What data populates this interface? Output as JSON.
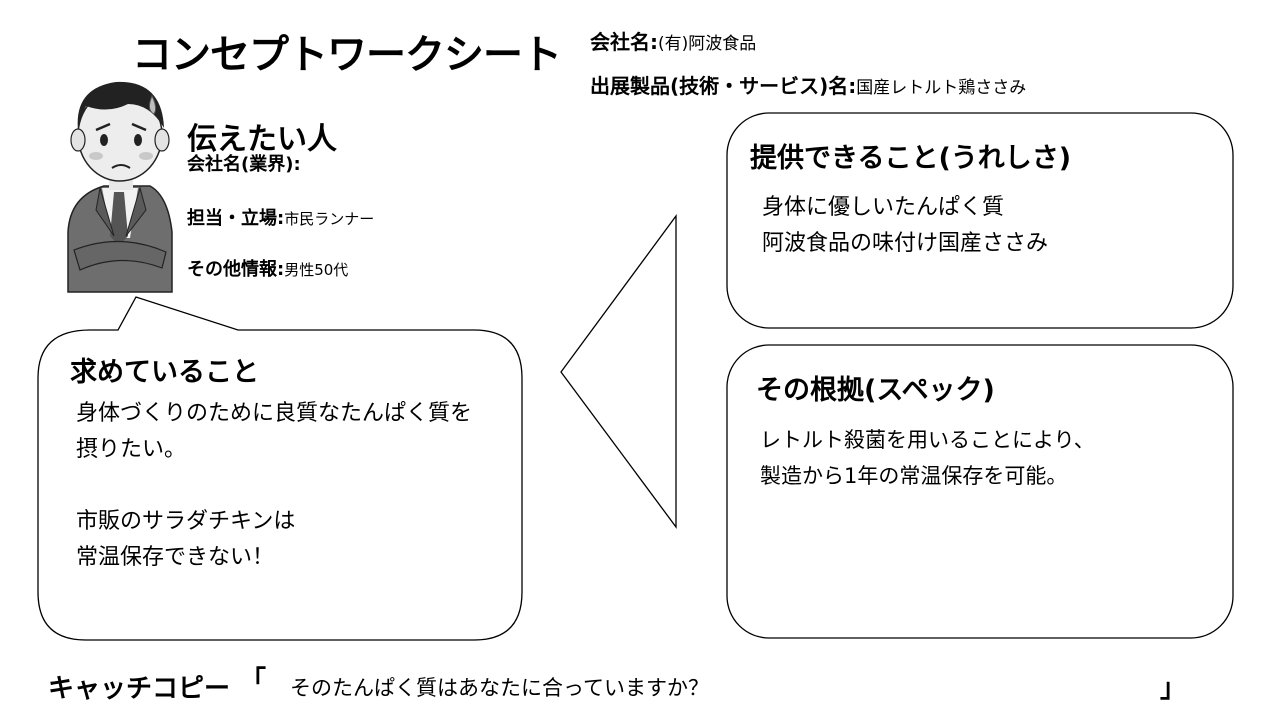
{
  "sheet": {
    "title": "コンセプトワークシート"
  },
  "company": {
    "label": "会社名:",
    "value": "(有)阿波食品"
  },
  "product": {
    "label": "出展製品(技術・サービス)名:",
    "value": "国産レトルト鶏ささみ"
  },
  "target_person": {
    "heading": "伝えたい人",
    "industry_label": "会社名(業界):",
    "industry_value": "",
    "role_label": "担当・立場:",
    "role_value": "市民ランナー",
    "other_label": "その他情報:",
    "other_value": "男性50代"
  },
  "needs": {
    "title": "求めていること",
    "body": "身体づくりのために良質なたんぱく質を\n摂りたい。\n\n市販のサラダチキンは\n常温保存できない！"
  },
  "offer": {
    "title": "提供できること(うれしさ)",
    "body": "身体に優しいたんぱく質\n阿波食品の味付け国産ささみ"
  },
  "evidence": {
    "title": "その根拠(スペック)",
    "body": "レトルト殺菌を用いることにより、\n製造から1年の常温保存を可能。"
  },
  "catchcopy": {
    "label": "キャッチコピー",
    "open_bracket": "「",
    "text": "そのたんぱく質はあなたに合っていますか？",
    "close_bracket": "」"
  },
  "illustration": {
    "icon": "worried-businessman-icon"
  }
}
